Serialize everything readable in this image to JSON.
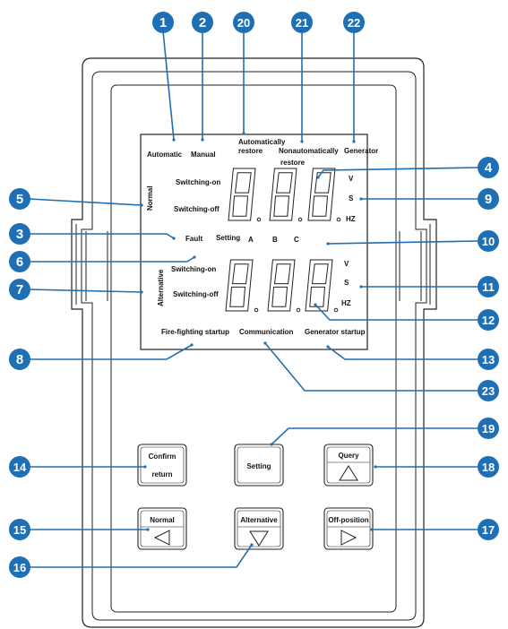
{
  "labels": {
    "automatic": "Automatic",
    "manual": "Manual",
    "auto_restore_1": "Automatically",
    "auto_restore_2": "restore",
    "nonauto_1": "Nonautomatically",
    "nonauto_2": "restore",
    "generator": "Generator",
    "normal": "Normal",
    "switching_on": "Switching-on",
    "switching_off": "Switching-off",
    "fault": "Fault",
    "setting": "Setting",
    "phase_a": "A",
    "phase_b": "B",
    "phase_c": "C",
    "alternative": "Alternative",
    "alt_switching_on": "Switching-on",
    "alt_switching_off": "Switching-off",
    "unit_v": "V",
    "unit_s": "S",
    "unit_hz": "HZ",
    "alt_unit_v": "V",
    "alt_unit_s": "S",
    "alt_unit_hz": "HZ",
    "fire_fighting": "Fire-fighting startup",
    "communication": "Communication",
    "generator_startup": "Generator startup"
  },
  "buttons": {
    "confirm_1": "Confirm",
    "confirm_2": "return",
    "setting": "Setting",
    "query": "Query",
    "normal": "Normal",
    "alternative": "Alternative",
    "off_position": "Off-position"
  },
  "callouts": [
    "1",
    "2",
    "20",
    "21",
    "22",
    "4",
    "5",
    "9",
    "3",
    "10",
    "6",
    "7",
    "11",
    "12",
    "8",
    "13",
    "23",
    "19",
    "14",
    "18",
    "15",
    "17",
    "16"
  ],
  "colors": {
    "badge": "#1f6fb4",
    "line": "#1f6fb4",
    "outline": "#222222"
  }
}
